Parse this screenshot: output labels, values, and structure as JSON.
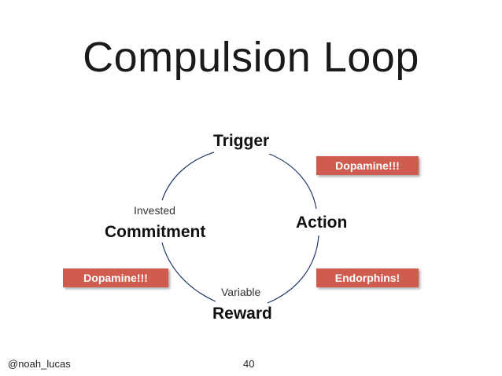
{
  "slide": {
    "title": "Compulsion Loop",
    "page_number": "40",
    "author": "@noah_lucas"
  },
  "diagram": {
    "nodes": {
      "trigger": {
        "label": "Trigger"
      },
      "action": {
        "label": "Action"
      },
      "reward": {
        "label": "Reward",
        "sublabel": "Variable"
      },
      "commitment": {
        "label": "Commitment",
        "sublabel": "Invested"
      }
    },
    "badges": {
      "top_right": "Dopamine!!!",
      "bottom_right": "Endorphins!",
      "bottom_left": "Dopamine!!!"
    },
    "colors": {
      "arc": "#1f3864",
      "badge_fill": "#cf5c4e",
      "badge_text": "#ffffff"
    }
  }
}
